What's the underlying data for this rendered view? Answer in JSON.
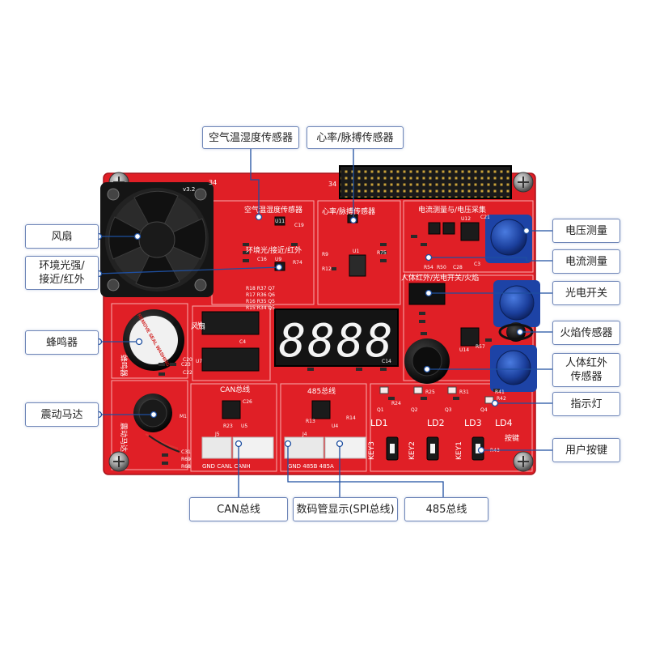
{
  "colors": {
    "board": "#e01f26",
    "board_dark": "#b5141b",
    "leader": "#1e4fa0",
    "callout_border": "#6f86b8"
  },
  "callouts": {
    "air_temp_humidity": "空气温湿度传感器",
    "heart_rate": "心率/脉搏传感器",
    "fan": "风扇",
    "ambient_light": "环境光强/\n接近/红外",
    "buzzer": "蜂鸣器",
    "vibration_motor": "震动马达",
    "voltage_measure": "电压测量",
    "current_measure": "电流测量",
    "photo_switch": "光电开关",
    "flame_sensor": "火焰传感器",
    "human_ir": "人体红外\n传感器",
    "indicator_led": "指示灯",
    "user_key": "用户按键",
    "can_bus": "CAN总线",
    "seg_display": "数码管显示(SPI总线)",
    "rs485_bus": "485总线"
  },
  "board": {
    "version": "v3.2",
    "pin_label_left": "34",
    "pin_label_right": "34",
    "sec_air": "空气温湿度传感器",
    "sec_heart": "心率/脉搏传感器",
    "sec_power": "电流测量与/电压采集",
    "sec_env": "环境光/接近/红外",
    "sec_ir": "人体红外/光电开关/火焰",
    "sec_can": "CAN总线",
    "sec_485": "485总线",
    "sec_key": "按键",
    "sec_motor": "震动马达",
    "sec_buzzer": "蜂鸣器",
    "sec_fan": "风扇",
    "seg_digits": "8888",
    "leds": [
      "LD1",
      "LD2",
      "LD3",
      "LD4"
    ],
    "keys": [
      "KEY3",
      "KEY2",
      "KEY1"
    ],
    "buzzer_sticker": "REMOVE SEAL WASHING",
    "can_conn": "GND CANL CANH",
    "rs485_conn": "GND 485B 485A",
    "parts": {
      "u11": "U11",
      "c19": "C19",
      "u9": "U9",
      "r74": "R74",
      "c16": "C16",
      "u1": "U1",
      "r75": "R75",
      "r9": "R9",
      "r12": "R12",
      "u12": "U12",
      "c21": "C21",
      "r54": "R54",
      "r50": "R50",
      "c28": "C28",
      "c3": "C3",
      "u14": "U14",
      "r57": "R57",
      "u6": "U6",
      "u7": "U7",
      "c4": "C4",
      "c14": "C14",
      "c23": "C23",
      "r23": "R23",
      "c26": "C26",
      "u5": "U5",
      "j5": "J5",
      "r14": "R14",
      "r13": "R13",
      "u4": "U4",
      "j4": "J4",
      "m1": "M1",
      "c31": "C31",
      "r68": "R68",
      "r69": "R69",
      "c20": "C20",
      "c22": "C22",
      "q1": "Q1",
      "q2": "Q2",
      "q3": "Q3",
      "q4": "Q4",
      "r24": "R24",
      "r25": "R25",
      "r31": "R31",
      "r41": "R41",
      "r42": "R42",
      "r43": "R43",
      "r18": "R18 R37 Q7",
      "r17": "R17 R36 Q6",
      "r16": "R16 R35 Q5",
      "r15": "R15 R34 Q5"
    }
  }
}
